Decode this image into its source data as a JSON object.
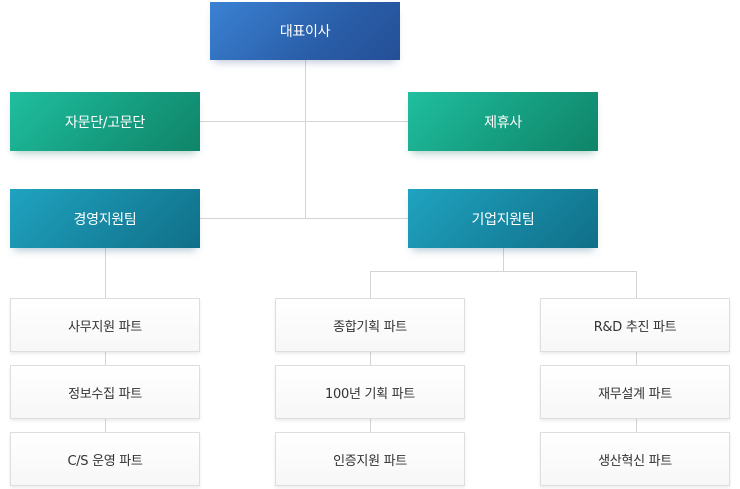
{
  "org": {
    "ceo": "대표이사",
    "advisory": "자문단/고문단",
    "partner": "제휴사",
    "mgmt_team": "경영지원팀",
    "corp_team": "기업지원팀",
    "parts": {
      "office": "사무지원 파트",
      "info": "정보수집 파트",
      "cs": "C/S 운영 파트",
      "planning": "종합기획 파트",
      "century": "100년 기획 파트",
      "cert": "인증지원 파트",
      "rnd": "R&D 추진 파트",
      "finance": "재무설계 파트",
      "innovation": "생산혁신 파트"
    }
  },
  "colors": {
    "ceo": "#2f6bbd",
    "green": "#169c7f",
    "teal": "#1786a1",
    "part_border": "#dedede",
    "line": "#d4d4d4"
  }
}
